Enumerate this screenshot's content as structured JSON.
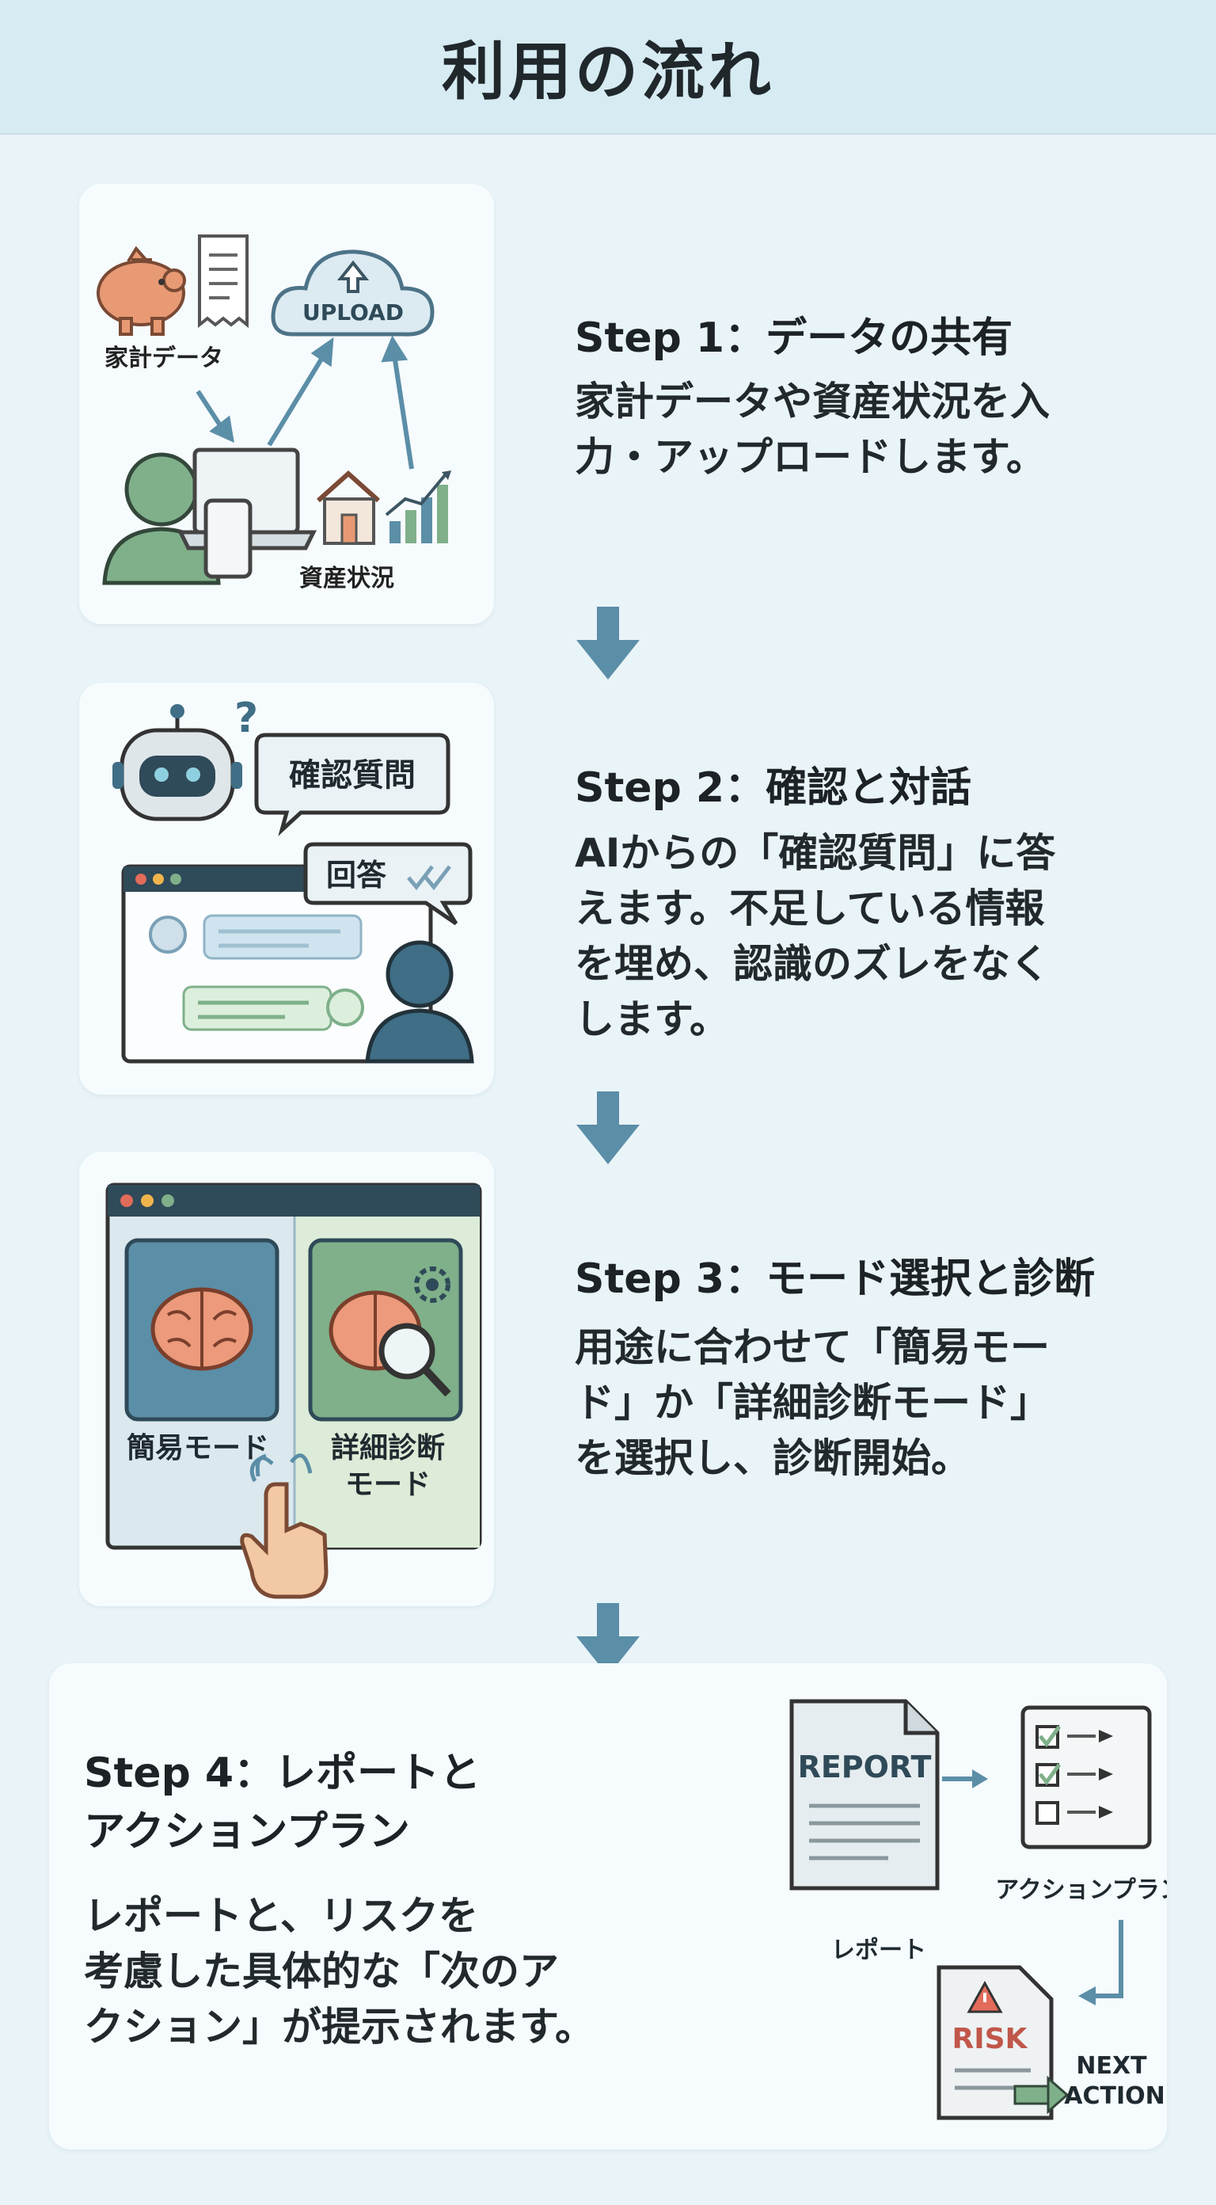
{
  "header": {
    "title": "利用の流れ"
  },
  "steps": [
    {
      "title": "Step 1：データの共有",
      "desc_lines": [
        "家計データや資産状況を入",
        "力・アップロードします。"
      ],
      "labels": {
        "household": "家計データ",
        "assets": "資産状況",
        "upload": "UPLOAD"
      }
    },
    {
      "title": "Step 2：確認と対話",
      "desc_lines": [
        "AIからの「確認質問」に答",
        "えます。不足している情報",
        "を埋め、認識のズレをなく",
        "します。"
      ],
      "labels": {
        "question": "確認質問",
        "answer": "回答",
        "qmark": "?"
      }
    },
    {
      "title": "Step 3：モード選択と診断",
      "desc_lines": [
        "用途に合わせて「簡易モー",
        "ド」か「詳細診断モード」",
        "を選択し、診断開始。"
      ],
      "labels": {
        "simple_mode": "簡易モード",
        "detail_mode_1": "詳細診断",
        "detail_mode_2": "モード"
      }
    },
    {
      "title_lines": [
        "Step 4：レポートと",
        "アクションプラン"
      ],
      "desc_lines": [
        "レポートと、リスクを",
        "考慮した具体的な「次のア",
        "クション」が提示されます。"
      ],
      "labels": {
        "report_doc": "REPORT",
        "report": "レポート",
        "action_plan": "アクションプラン",
        "risk": "RISK",
        "next_1": "NEXT",
        "next_2": "ACTION"
      }
    }
  ],
  "colors": {
    "background": "#e9f4f8",
    "header": "#d7ebf3",
    "card": "#f6fbfd",
    "arrow": "#5b8ea7",
    "person": "#7fb08a",
    "person_dark": "#3f6e86",
    "piggy": "#e89a74",
    "brain": "#ec9a7b"
  }
}
